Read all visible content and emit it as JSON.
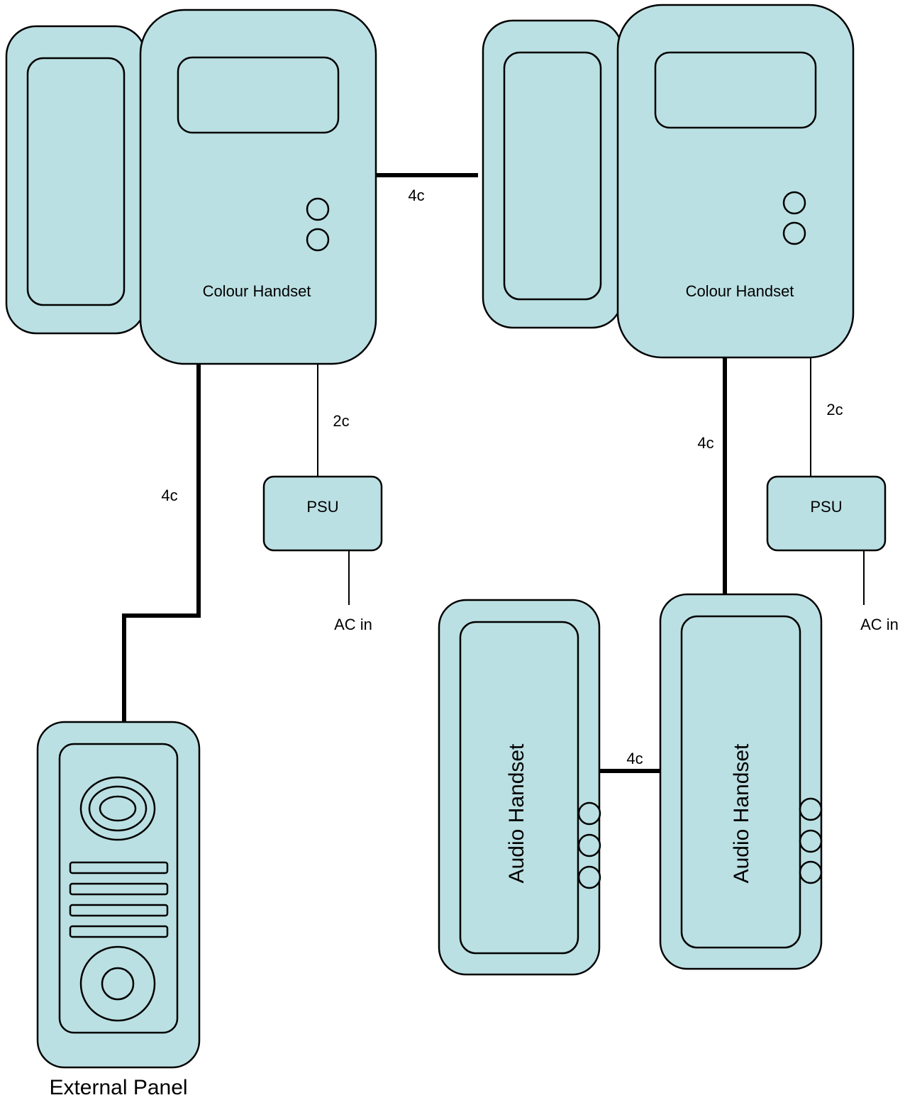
{
  "colors": {
    "device_fill": "#bbe0e3",
    "line": "#000000",
    "background": "#ffffff"
  },
  "colour_handset_left": {
    "label": "Colour Handset"
  },
  "colour_handset_right": {
    "label": "Colour Handset"
  },
  "psu_left": {
    "label": "PSU"
  },
  "psu_right": {
    "label": "PSU"
  },
  "audio_handset_left": {
    "label": "Audio Handset"
  },
  "audio_handset_right": {
    "label": "Audio Handset"
  },
  "external_panel": {
    "label": "External Panel"
  },
  "cables": {
    "handset_to_handset": "4c",
    "left_handset_to_psu": "2c",
    "right_handset_to_psu": "2c",
    "panel_to_left_handset": "4c",
    "right_handset_to_audio": "4c",
    "audio_to_audio": "4c"
  },
  "ac_inputs": {
    "left": "AC in",
    "right": "AC in"
  }
}
